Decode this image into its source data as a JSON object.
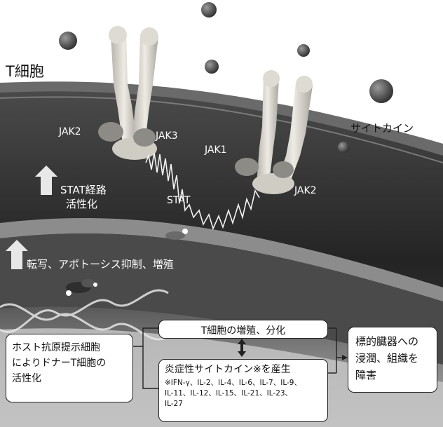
{
  "labels": {
    "cell": "T細胞",
    "cytokine": "サイトカイン",
    "jak2_left": "JAK2",
    "jak3": "JAK3",
    "jak1": "JAK1",
    "jak2_right": "JAK2",
    "stat": "STAT",
    "stat_pathway_line1": "STAT経路",
    "stat_pathway_line2": "活性化",
    "transcription": "転写、アポトーシス抑制、増殖"
  },
  "boxes": {
    "host": {
      "line1": "ホスト抗原提示細胞",
      "line2": "によりドナーT細胞の",
      "line3": "活性化"
    },
    "proliferation": "T細胞の増殖、分化",
    "inflammatory": {
      "title": "炎症性サイトカイン※を産生",
      "note_line1": "※IFN-γ、IL-2、IL-4、IL-6、IL-7、IL-9、",
      "note_line2": "IL-11、IL-12、IL-15、IL-21、IL-23、",
      "note_line3": "IL-27"
    },
    "target": {
      "line1": "標的臓器への",
      "line2": "浸潤、組織を",
      "line3": "障害"
    }
  },
  "colors": {
    "membrane_dark": "#3a3a3a",
    "cytoplasm": "#2a2a2a",
    "receptor": "#d9d6cf",
    "cytokine_ball": "#555555",
    "signal_wave": "#f2f2f2"
  }
}
